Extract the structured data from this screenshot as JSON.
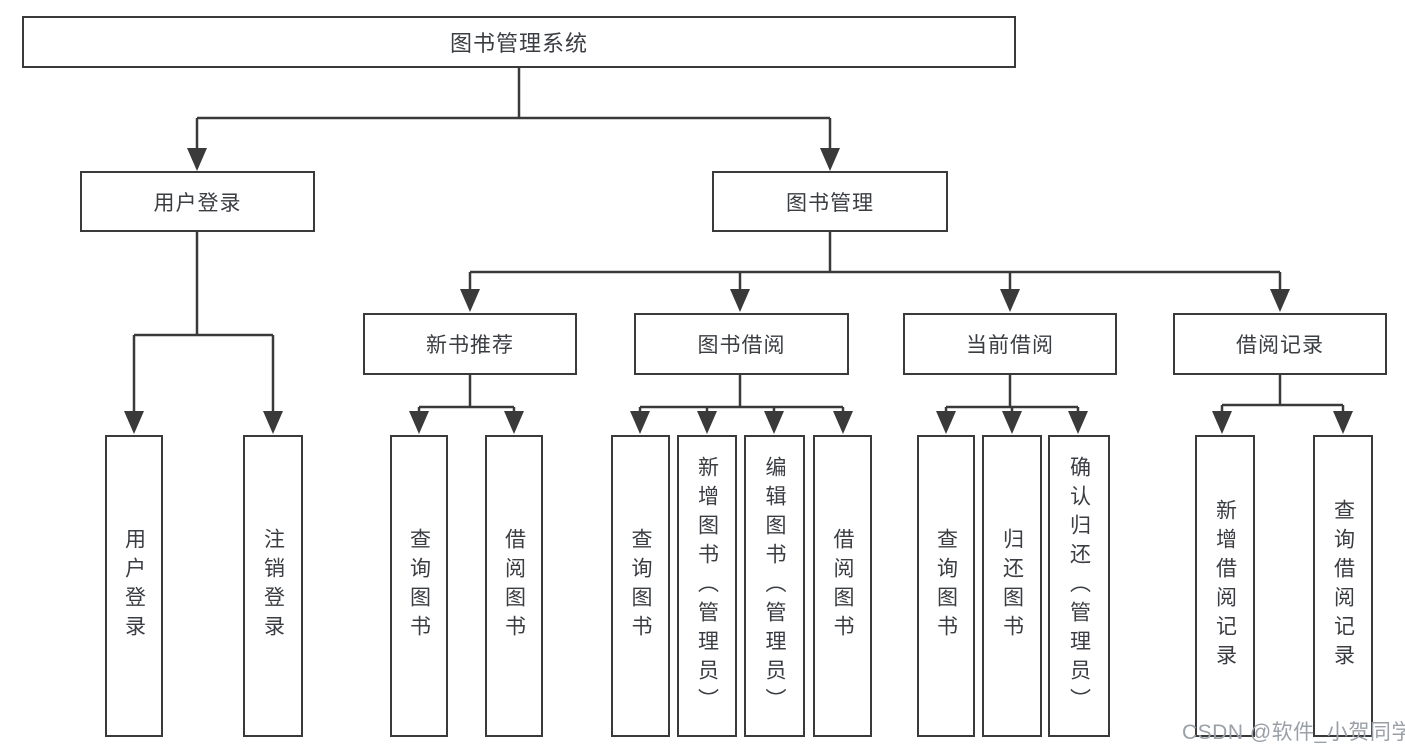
{
  "diagram": {
    "root": "图书管理系统",
    "level2": {
      "user_login": "用户登录",
      "book_mgmt": "图书管理"
    },
    "level3": {
      "new_books": "新书推荐",
      "book_borrow": "图书借阅",
      "current_borrow": "当前借阅",
      "borrow_records": "借阅记录"
    },
    "leaves": {
      "user_login": [
        "用户登录",
        "注销登录"
      ],
      "new_books": [
        "查询图书",
        "借阅图书"
      ],
      "book_borrow": [
        "查询图书",
        "新增图书（管理员）",
        "编辑图书（管理员）",
        "借阅图书"
      ],
      "current_borrow": [
        "查询图书",
        "归还图书",
        "确认归还（管理员）"
      ],
      "borrow_records": [
        "新增借阅记录",
        "查询借阅记录"
      ]
    }
  },
  "watermark": "CSDN @软件_小贺同学",
  "colors": {
    "line": "#3a3a3a",
    "text": "#3a3d42",
    "watermark": "#9aa0a8",
    "background": "#ffffff"
  }
}
